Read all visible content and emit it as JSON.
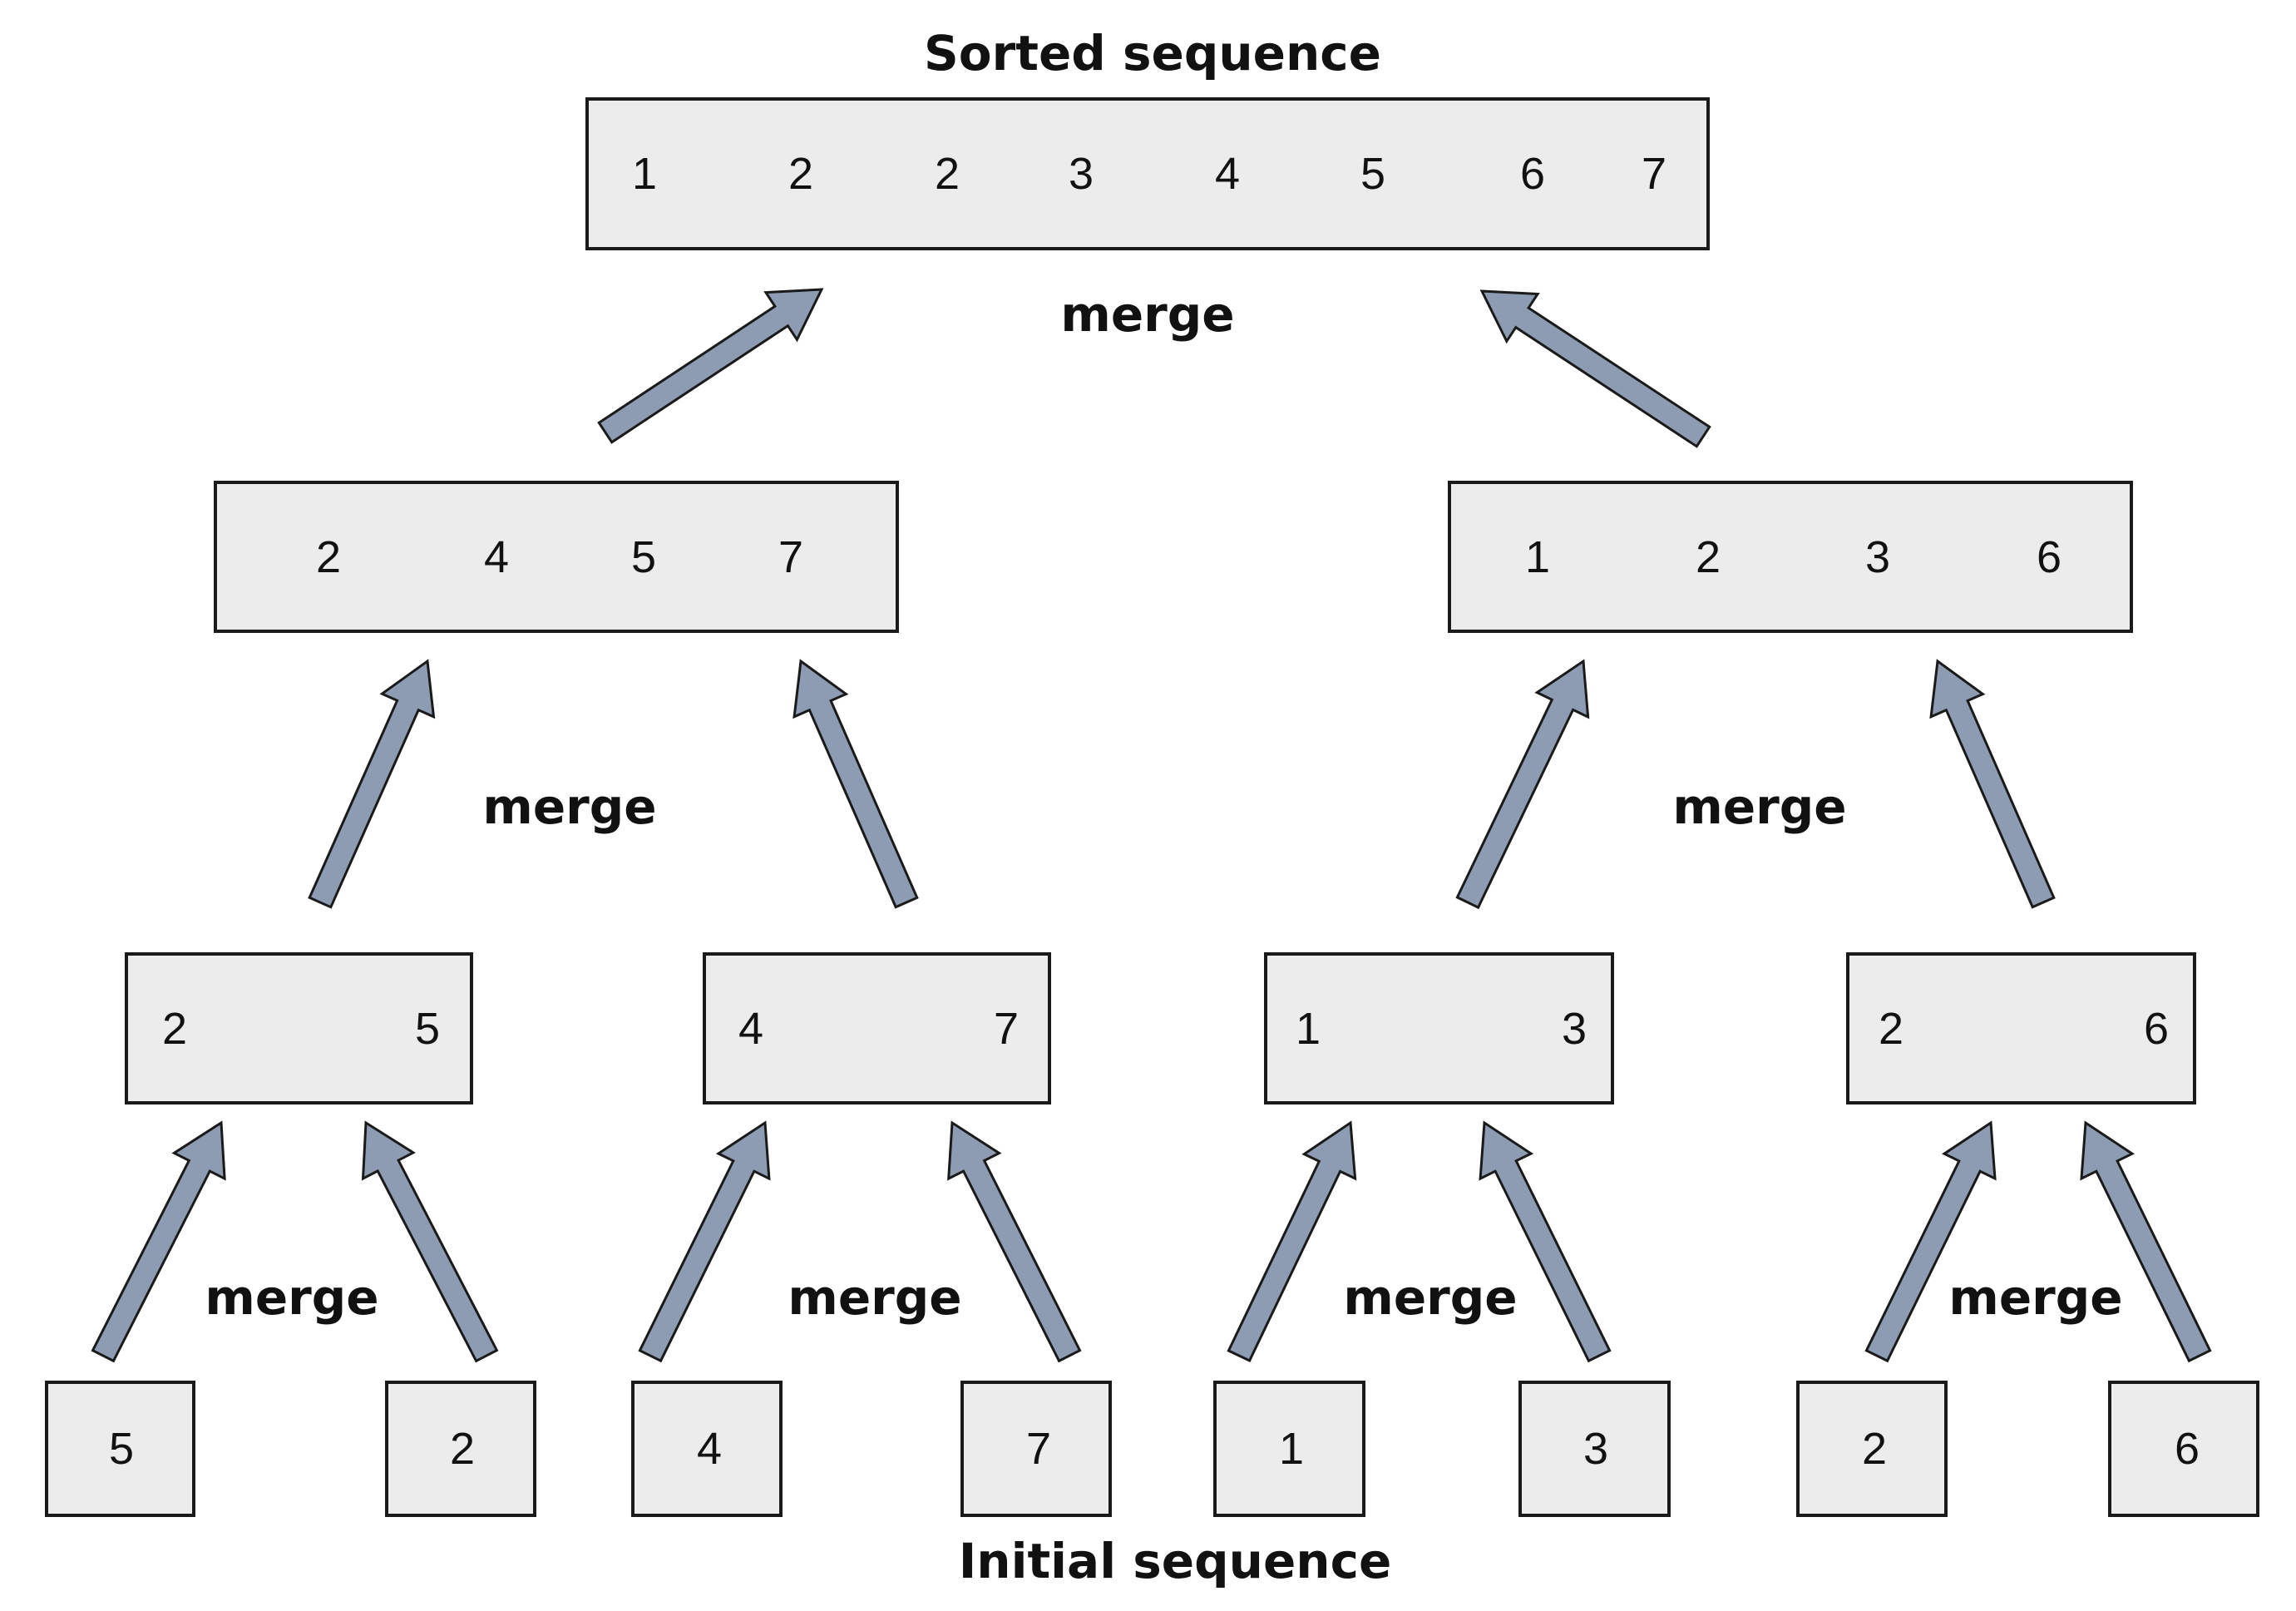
{
  "titles": {
    "top": "Sorted sequence",
    "bottom": "Initial sequence"
  },
  "merge_label": "merge",
  "sorted_sequence": [
    "1",
    "2",
    "2",
    "3",
    "4",
    "5",
    "6",
    "7"
  ],
  "level2": [
    [
      "2",
      "4",
      "5",
      "7"
    ],
    [
      "1",
      "2",
      "3",
      "6"
    ]
  ],
  "level1": [
    [
      "2",
      "5"
    ],
    [
      "4",
      "7"
    ],
    [
      "1",
      "3"
    ],
    [
      "2",
      "6"
    ]
  ],
  "initial_sequence": [
    "5",
    "2",
    "4",
    "7",
    "1",
    "3",
    "2",
    "6"
  ],
  "colors": {
    "arrow_fill": "#8e9cb3",
    "arrow_stroke": "#1a1a1a",
    "box_fill": "#ececec",
    "box_border": "#1a1a1a"
  }
}
